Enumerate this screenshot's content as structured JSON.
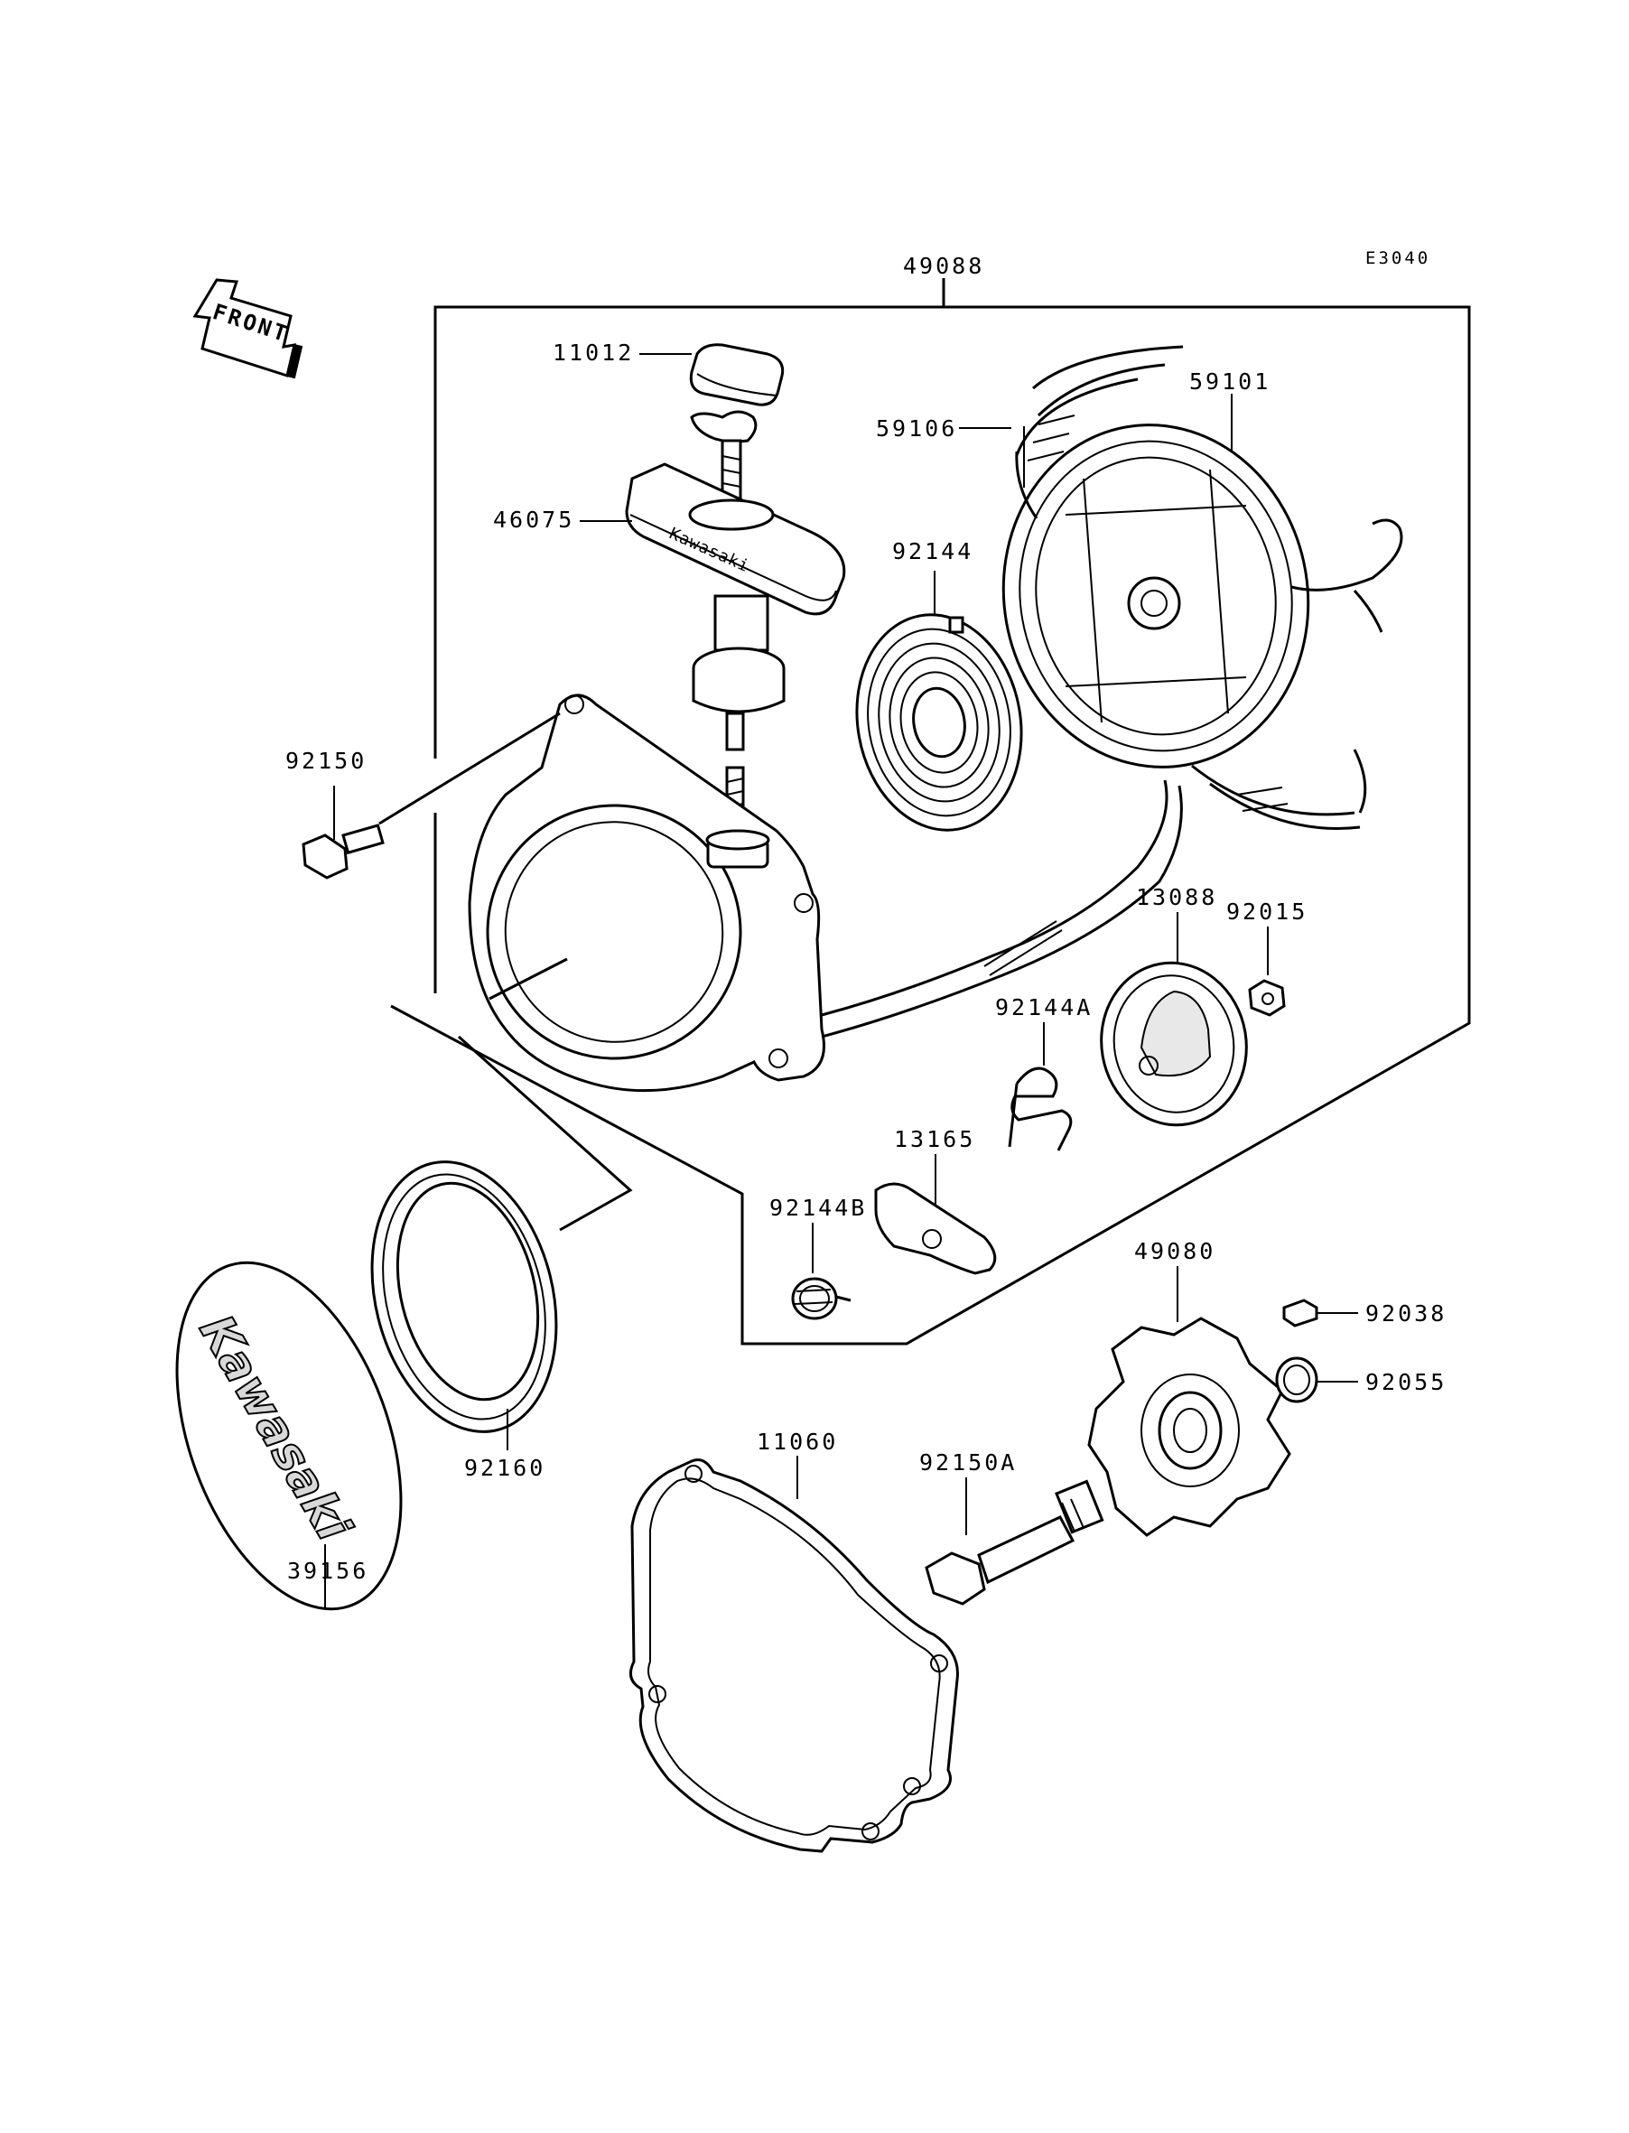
{
  "diagram_code": "E3040",
  "front_label": "FRONT",
  "brand_text": "Kawasaki",
  "handle_text": "Kawasaki",
  "parts": {
    "p49088": "49088",
    "p11012": "11012",
    "p59101": "59101",
    "p59106": "59106",
    "p46075": "46075",
    "p92144": "92144",
    "p92150": "92150",
    "p13088": "13088",
    "p92015": "92015",
    "p92144A": "92144A",
    "p13165": "13165",
    "p92144B": "92144B",
    "p49080": "49080",
    "p92038": "92038",
    "p92055": "92055",
    "p92160": "92160",
    "p11060": "11060",
    "p92150A": "92150A",
    "p39156": "39156"
  }
}
